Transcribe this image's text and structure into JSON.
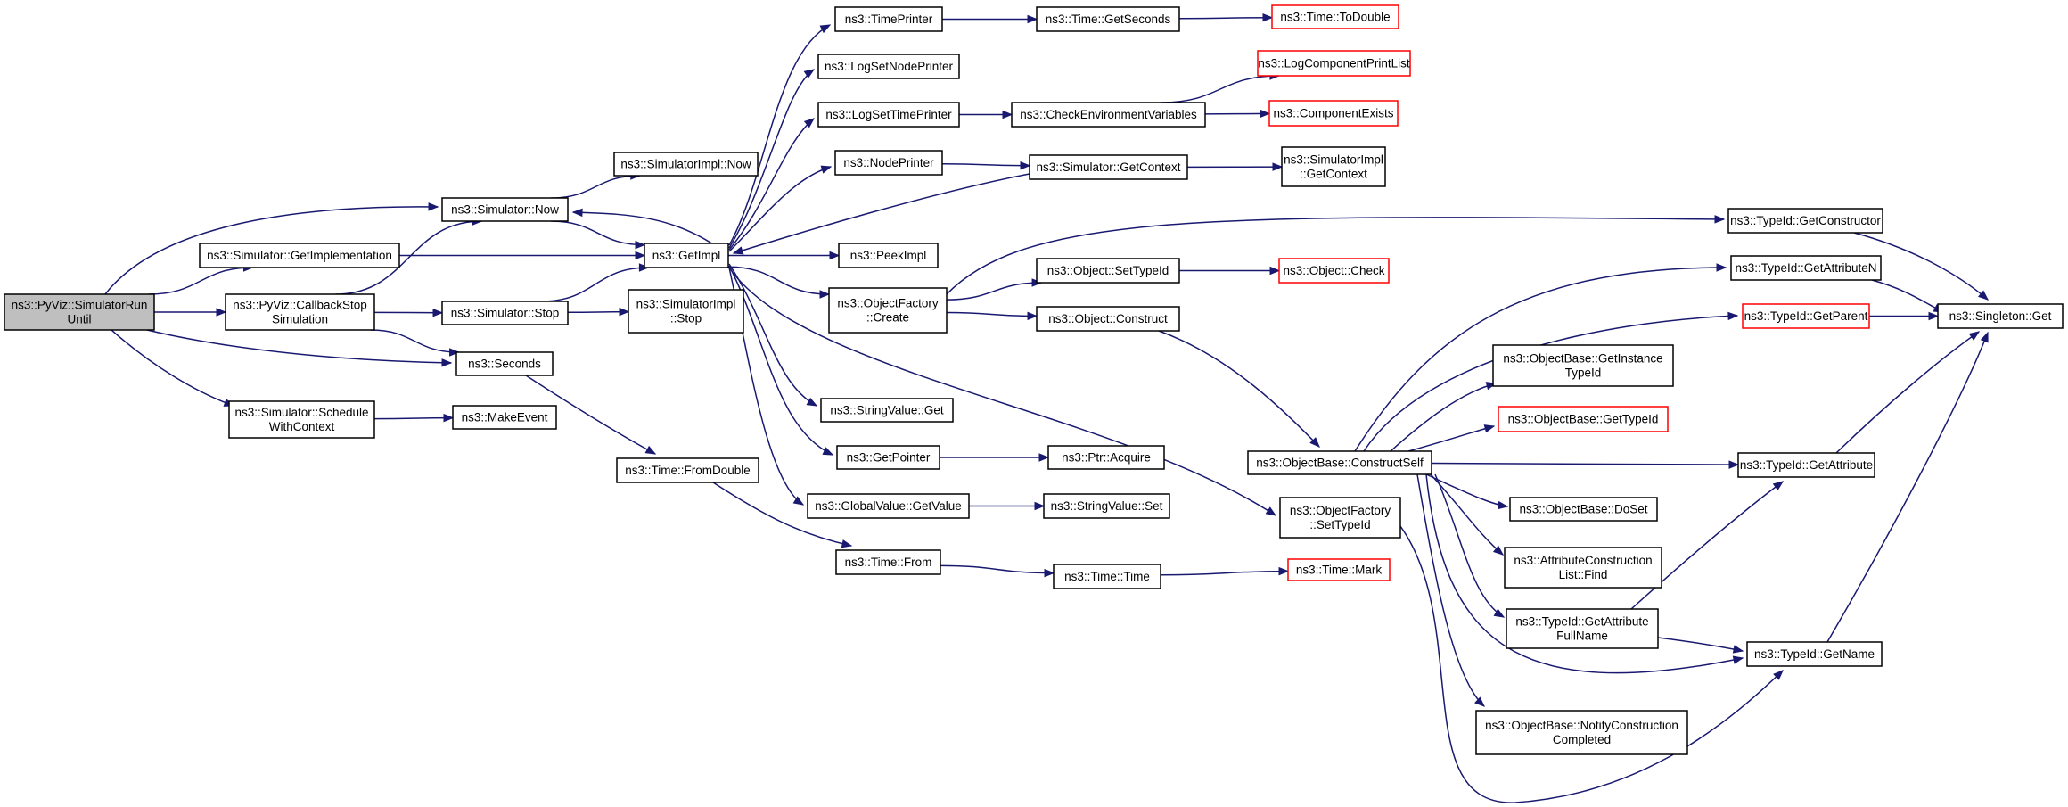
{
  "diagram": {
    "nodes": [
      {
        "id": "pyviz_run",
        "lines": [
          "ns3::PyViz::SimulatorRun",
          "Until"
        ],
        "style": "root"
      },
      {
        "id": "sim_getimpl_fn",
        "lines": [
          "ns3::Simulator::GetImplementation"
        ],
        "style": "normal"
      },
      {
        "id": "pyviz_cb",
        "lines": [
          "ns3::PyViz::CallbackStop",
          "Simulation"
        ],
        "style": "normal"
      },
      {
        "id": "sim_schedctx",
        "lines": [
          "ns3::Simulator::Schedule",
          "WithContext"
        ],
        "style": "normal"
      },
      {
        "id": "sim_now",
        "lines": [
          "ns3::Simulator::Now"
        ],
        "style": "normal"
      },
      {
        "id": "sim_stop",
        "lines": [
          "ns3::Simulator::Stop"
        ],
        "style": "normal"
      },
      {
        "id": "seconds",
        "lines": [
          "ns3::Seconds"
        ],
        "style": "normal"
      },
      {
        "id": "makeevent",
        "lines": [
          "ns3::MakeEvent"
        ],
        "style": "normal"
      },
      {
        "id": "simimpl_now",
        "lines": [
          "ns3::SimulatorImpl::Now"
        ],
        "style": "normal"
      },
      {
        "id": "getimpl",
        "lines": [
          "ns3::GetImpl"
        ],
        "style": "normal"
      },
      {
        "id": "simimpl_stop",
        "lines": [
          "ns3::SimulatorImpl",
          "::Stop"
        ],
        "style": "normal"
      },
      {
        "id": "time_fromdouble",
        "lines": [
          "ns3::Time::FromDouble"
        ],
        "style": "normal"
      },
      {
        "id": "timeprinter",
        "lines": [
          "ns3::TimePrinter"
        ],
        "style": "normal"
      },
      {
        "id": "logsetnodeprinter",
        "lines": [
          "ns3::LogSetNodePrinter"
        ],
        "style": "normal"
      },
      {
        "id": "logsettimeprinter",
        "lines": [
          "ns3::LogSetTimePrinter"
        ],
        "style": "normal"
      },
      {
        "id": "nodeprinter",
        "lines": [
          "ns3::NodePrinter"
        ],
        "style": "normal"
      },
      {
        "id": "peekimpl",
        "lines": [
          "ns3::PeekImpl"
        ],
        "style": "normal"
      },
      {
        "id": "objfactory_create",
        "lines": [
          "ns3::ObjectFactory",
          "::Create"
        ],
        "style": "normal"
      },
      {
        "id": "stringvalue_get",
        "lines": [
          "ns3::StringValue::Get"
        ],
        "style": "normal"
      },
      {
        "id": "getpointer",
        "lines": [
          "ns3::GetPointer"
        ],
        "style": "normal"
      },
      {
        "id": "globalvalue_getvalue",
        "lines": [
          "ns3::GlobalValue::GetValue"
        ],
        "style": "normal"
      },
      {
        "id": "time_from",
        "lines": [
          "ns3::Time::From"
        ],
        "style": "normal"
      },
      {
        "id": "time_getseconds",
        "lines": [
          "ns3::Time::GetSeconds"
        ],
        "style": "normal"
      },
      {
        "id": "checkenv",
        "lines": [
          "ns3::CheckEnvironmentVariables"
        ],
        "style": "normal"
      },
      {
        "id": "sim_getcontext",
        "lines": [
          "ns3::Simulator::GetContext"
        ],
        "style": "normal"
      },
      {
        "id": "object_settypeid",
        "lines": [
          "ns3::Object::SetTypeId"
        ],
        "style": "normal"
      },
      {
        "id": "object_construct",
        "lines": [
          "ns3::Object::Construct"
        ],
        "style": "normal"
      },
      {
        "id": "ptr_acquire",
        "lines": [
          "ns3::Ptr::Acquire"
        ],
        "style": "normal"
      },
      {
        "id": "stringvalue_set",
        "lines": [
          "ns3::StringValue::Set"
        ],
        "style": "normal"
      },
      {
        "id": "time_time",
        "lines": [
          "ns3::Time::Time"
        ],
        "style": "normal"
      },
      {
        "id": "time_todouble",
        "lines": [
          "ns3::Time::ToDouble"
        ],
        "style": "external"
      },
      {
        "id": "logcomponentprintlist",
        "lines": [
          "ns3::LogComponentPrintList"
        ],
        "style": "external"
      },
      {
        "id": "componentexists",
        "lines": [
          "ns3::ComponentExists"
        ],
        "style": "external"
      },
      {
        "id": "simimpl_getcontext",
        "lines": [
          "ns3::SimulatorImpl",
          "::GetContext"
        ],
        "style": "normal"
      },
      {
        "id": "object_check",
        "lines": [
          "ns3::Object::Check"
        ],
        "style": "external"
      },
      {
        "id": "objectbase_constructself",
        "lines": [
          "ns3::ObjectBase::ConstructSelf"
        ],
        "style": "normal"
      },
      {
        "id": "objfactory_settypeid",
        "lines": [
          "ns3::ObjectFactory",
          "::SetTypeId"
        ],
        "style": "normal"
      },
      {
        "id": "time_mark",
        "lines": [
          "ns3::Time::Mark"
        ],
        "style": "external"
      },
      {
        "id": "typeid_getconstructor",
        "lines": [
          "ns3::TypeId::GetConstructor"
        ],
        "style": "normal"
      },
      {
        "id": "typeid_getattributen",
        "lines": [
          "ns3::TypeId::GetAttributeN"
        ],
        "style": "normal"
      },
      {
        "id": "typeid_getparent",
        "lines": [
          "ns3::TypeId::GetParent"
        ],
        "style": "external"
      },
      {
        "id": "objectbase_getinstancetypeid",
        "lines": [
          "ns3::ObjectBase::GetInstance",
          "TypeId"
        ],
        "style": "normal"
      },
      {
        "id": "objectbase_gettypeid",
        "lines": [
          "ns3::ObjectBase::GetTypeId"
        ],
        "style": "external"
      },
      {
        "id": "typeid_getattribute",
        "lines": [
          "ns3::TypeId::GetAttribute"
        ],
        "style": "normal"
      },
      {
        "id": "objectbase_doset",
        "lines": [
          "ns3::ObjectBase::DoSet"
        ],
        "style": "normal"
      },
      {
        "id": "attrconstructionlist_find",
        "lines": [
          "ns3::AttributeConstruction",
          "List::Find"
        ],
        "style": "normal"
      },
      {
        "id": "typeid_getattributefullname",
        "lines": [
          "ns3::TypeId::GetAttribute",
          "FullName"
        ],
        "style": "normal"
      },
      {
        "id": "typeid_getname",
        "lines": [
          "ns3::TypeId::GetName"
        ],
        "style": "normal"
      },
      {
        "id": "objectbase_notifyconstructioncompleted",
        "lines": [
          "ns3::ObjectBase::NotifyConstruction",
          "Completed"
        ],
        "style": "normal"
      },
      {
        "id": "singleton_get",
        "lines": [
          "ns3::Singleton::Get"
        ],
        "style": "normal"
      }
    ],
    "edges": [
      [
        "pyviz_run",
        "sim_now"
      ],
      [
        "pyviz_run",
        "sim_getimpl_fn"
      ],
      [
        "pyviz_run",
        "pyviz_cb"
      ],
      [
        "pyviz_run",
        "seconds"
      ],
      [
        "pyviz_run",
        "sim_schedctx"
      ],
      [
        "sim_getimpl_fn",
        "getimpl"
      ],
      [
        "pyviz_cb",
        "sim_now"
      ],
      [
        "pyviz_cb",
        "sim_stop"
      ],
      [
        "pyviz_cb",
        "seconds"
      ],
      [
        "sim_schedctx",
        "makeevent"
      ],
      [
        "sim_now",
        "simimpl_now"
      ],
      [
        "sim_now",
        "getimpl"
      ],
      [
        "sim_stop",
        "getimpl"
      ],
      [
        "sim_stop",
        "simimpl_stop"
      ],
      [
        "seconds",
        "time_fromdouble"
      ],
      [
        "getimpl",
        "sim_now"
      ],
      [
        "getimpl",
        "timeprinter"
      ],
      [
        "getimpl",
        "logsetnodeprinter"
      ],
      [
        "getimpl",
        "logsettimeprinter"
      ],
      [
        "getimpl",
        "nodeprinter"
      ],
      [
        "getimpl",
        "peekimpl"
      ],
      [
        "getimpl",
        "objfactory_create"
      ],
      [
        "getimpl",
        "stringvalue_get"
      ],
      [
        "getimpl",
        "getpointer"
      ],
      [
        "getimpl",
        "globalvalue_getvalue"
      ],
      [
        "getimpl",
        "objfactory_settypeid"
      ],
      [
        "sim_getcontext",
        "getimpl"
      ],
      [
        "time_fromdouble",
        "time_from"
      ],
      [
        "timeprinter",
        "time_getseconds"
      ],
      [
        "logsettimeprinter",
        "checkenv"
      ],
      [
        "nodeprinter",
        "sim_getcontext"
      ],
      [
        "objfactory_create",
        "typeid_getconstructor"
      ],
      [
        "objfactory_create",
        "object_settypeid"
      ],
      [
        "objfactory_create",
        "object_construct"
      ],
      [
        "getpointer",
        "ptr_acquire"
      ],
      [
        "globalvalue_getvalue",
        "stringvalue_set"
      ],
      [
        "time_from",
        "time_time"
      ],
      [
        "time_getseconds",
        "time_todouble"
      ],
      [
        "checkenv",
        "logcomponentprintlist"
      ],
      [
        "checkenv",
        "componentexists"
      ],
      [
        "sim_getcontext",
        "simimpl_getcontext"
      ],
      [
        "object_settypeid",
        "object_check"
      ],
      [
        "object_construct",
        "objectbase_constructself"
      ],
      [
        "time_time",
        "time_mark"
      ],
      [
        "objectbase_constructself",
        "typeid_getattributen"
      ],
      [
        "objectbase_constructself",
        "typeid_getparent"
      ],
      [
        "objectbase_constructself",
        "objectbase_getinstancetypeid"
      ],
      [
        "objectbase_constructself",
        "objectbase_gettypeid"
      ],
      [
        "objectbase_constructself",
        "typeid_getattribute"
      ],
      [
        "objectbase_constructself",
        "objectbase_doset"
      ],
      [
        "objectbase_constructself",
        "attrconstructionlist_find"
      ],
      [
        "objectbase_constructself",
        "typeid_getattributefullname"
      ],
      [
        "objectbase_constructself",
        "typeid_getname"
      ],
      [
        "objectbase_constructself",
        "objectbase_notifyconstructioncompleted"
      ],
      [
        "objfactory_settypeid",
        "typeid_getname"
      ],
      [
        "typeid_getconstructor",
        "singleton_get"
      ],
      [
        "typeid_getattributen",
        "singleton_get"
      ],
      [
        "typeid_getparent",
        "singleton_get"
      ],
      [
        "typeid_getattribute",
        "singleton_get"
      ],
      [
        "typeid_getattributefullname",
        "typeid_getattribute"
      ],
      [
        "typeid_getattributefullname",
        "typeid_getname"
      ],
      [
        "typeid_getname",
        "singleton_get"
      ]
    ]
  }
}
